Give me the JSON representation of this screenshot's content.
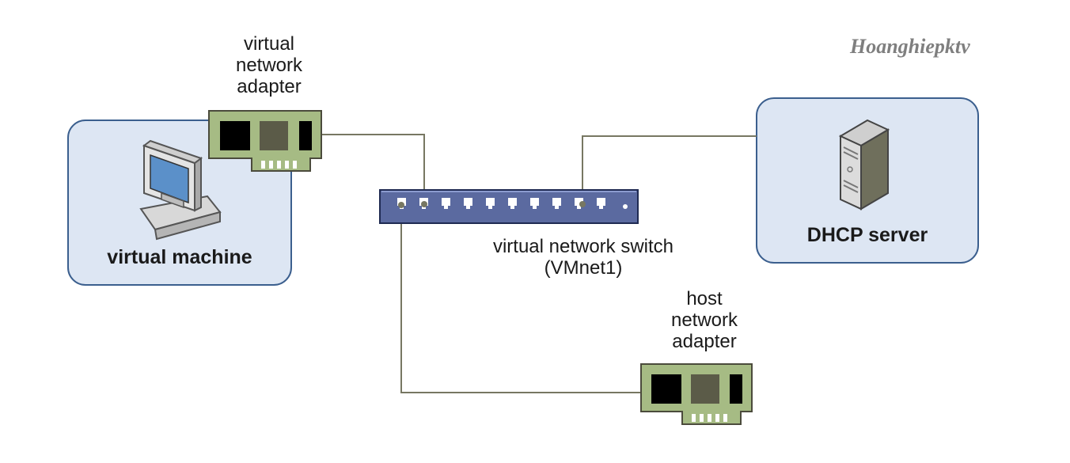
{
  "watermark": "Hoanghiepktv",
  "nodes": {
    "virtual_machine": {
      "label": "virtual machine"
    },
    "virtual_adapter": {
      "label_lines": [
        "virtual",
        "network",
        "adapter"
      ]
    },
    "switch": {
      "label_lines": [
        "virtual network switch",
        "(VMnet1)"
      ]
    },
    "dhcp_server": {
      "label": "DHCP server"
    },
    "host_adapter": {
      "label_lines": [
        "host",
        "network",
        "adapter"
      ]
    }
  },
  "colors": {
    "box_fill": "#dde6f3",
    "box_stroke": "#3b5f8e",
    "switch_fill": "#5b6aa0",
    "card_fill": "#a6bb84",
    "wire": "#777762"
  }
}
